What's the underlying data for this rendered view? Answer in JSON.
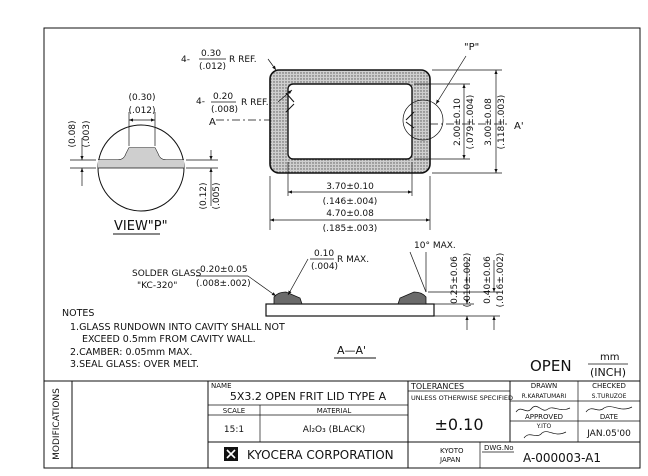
{
  "title_block": {
    "name_label": "NAME",
    "name": "5X3.2 OPEN FRIT LID TYPE A",
    "scale_label": "SCALE",
    "scale": "15:1",
    "material_label": "MATERIAL",
    "material": "Al₂O₃ (BLACK)",
    "tolerances_label": "TOLERANCES",
    "tolerances_note": "UNLESS OTHERWISE SPECIFIED",
    "tolerance": "±0.10",
    "drawn_label": "DRAWN",
    "drawn_by": "R.KARATUMARI",
    "checked_label": "CHECKED",
    "checked_by": "S.TURUZOE",
    "approved_label": "APPROVED",
    "approved_by": "Y.ITO",
    "date_label": "DATE",
    "date": "JAN.05'00",
    "company": "KYOCERA CORPORATION",
    "location_line1": "KYOTO",
    "location_line2": "JAPAN",
    "dwg_label": "DWG.No",
    "dwg_no": "A-000003-A1",
    "modifications": "MODIFICATIONS",
    "units_mm": "mm",
    "units_inch": "(INCH)",
    "status": "OPEN"
  },
  "view_p": {
    "label": "VIEW\"P\"",
    "dim_width_mm": "(0.30)",
    "dim_width_in": "(.012)",
    "dim_left_mm": "(0.08)",
    "dim_left_in": "(.003)",
    "dim_right_mm": "(0.12)",
    "dim_right_in": "(.005)"
  },
  "plan_view": {
    "r_outer_prefix": "4-",
    "r_outer_mm": "0.30",
    "r_outer_in": "(.012)",
    "r_outer_suffix": "R REF.",
    "r_inner_prefix": "4-",
    "r_inner_mm": "0.20",
    "r_inner_in": "(.008)",
    "r_inner_suffix": "R REF.",
    "detail_callout": "\"P\"",
    "section_left": "A",
    "section_right": "A'",
    "dim_inner_w_mm": "3.70±0.10",
    "dim_inner_w_in": "(.146±.004)",
    "dim_outer_w_mm": "4.70±0.08",
    "dim_outer_w_in": "(.185±.003)",
    "dim_inner_h_mm": "2.00±0.10",
    "dim_inner_h_in": "(.079±.004)",
    "dim_outer_h_mm": "3.00±0.08",
    "dim_outer_h_in": "(.118±.003)"
  },
  "section_view": {
    "label": "A—A'",
    "radius_mm": "0.10",
    "radius_in": "(.004)",
    "radius_suffix": "R MAX.",
    "angle": "10° MAX.",
    "solder_label_1": "SOLDER GLASS",
    "solder_label_2": "\"KC-320\"",
    "solder_thk_mm": "0.20±0.05",
    "solder_thk_in": "(.008±.002)",
    "glass_thk_mm": "0.25±0.06",
    "glass_thk_in": "(.010±.002)",
    "total_thk_mm": "0.40±0.06",
    "total_thk_in": "(.016±.002)"
  },
  "notes": {
    "heading": "NOTES",
    "line1": "1.GLASS RUNDOWN INTO CAVITY SHALL NOT",
    "line2": "EXCEED 0.5mm FROM CAVITY WALL.",
    "line3": "2.CAMBER: 0.05mm MAX.",
    "line4": "3.SEAL GLASS: OVER MELT."
  }
}
